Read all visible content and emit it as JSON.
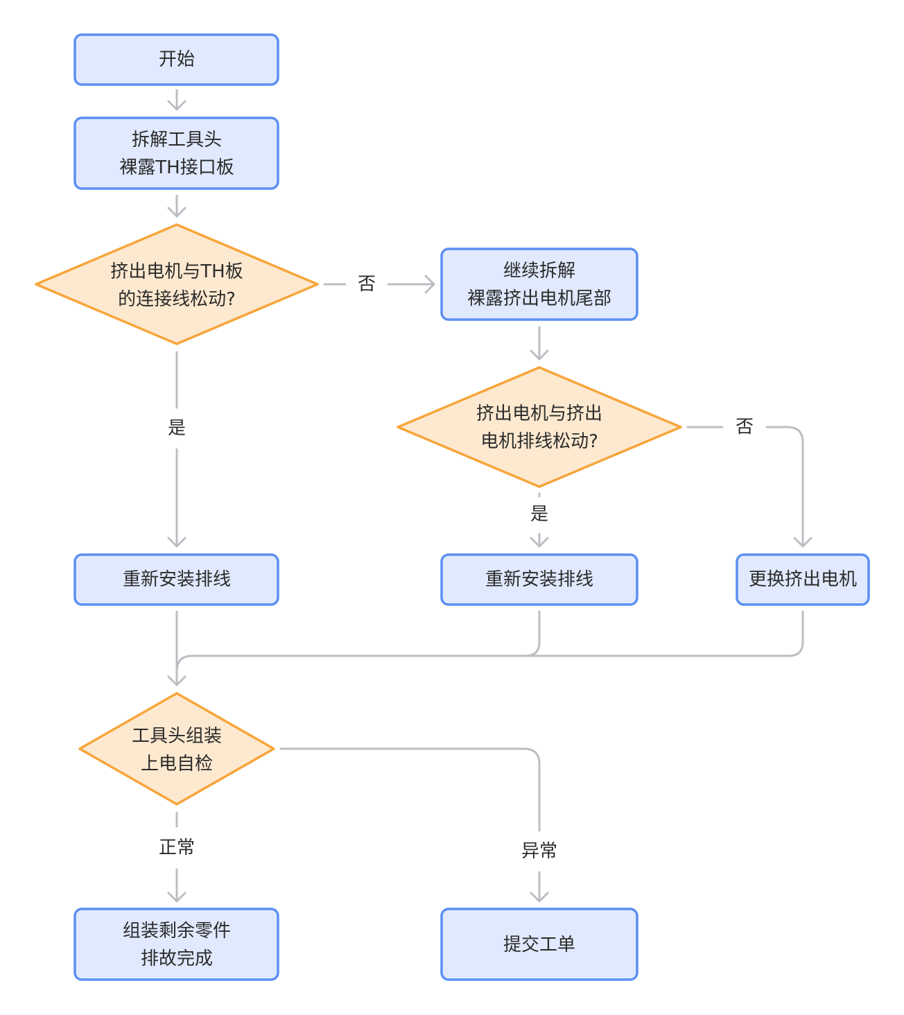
{
  "nodes": {
    "start": {
      "type": "process",
      "lines": [
        "开始"
      ]
    },
    "disassemble": {
      "type": "process",
      "lines": [
        "拆解工具头",
        "裸露TH接口板"
      ]
    },
    "check_th": {
      "type": "decision",
      "lines": [
        "挤出电机与TH板",
        "的连接线松动?"
      ]
    },
    "continue_disassemble": {
      "type": "process",
      "lines": [
        "继续拆解",
        "裸露挤出电机尾部"
      ]
    },
    "check_motor_cable": {
      "type": "decision",
      "lines": [
        "挤出电机与挤出",
        "电机排线松动?"
      ]
    },
    "reinstall_1": {
      "type": "process",
      "lines": [
        "重新安装排线"
      ]
    },
    "reinstall_2": {
      "type": "process",
      "lines": [
        "重新安装排线"
      ]
    },
    "replace_motor": {
      "type": "process",
      "lines": [
        "更换挤出电机"
      ]
    },
    "assemble_check": {
      "type": "decision",
      "lines": [
        "工具头组装",
        "上电自检"
      ]
    },
    "finish": {
      "type": "process",
      "lines": [
        "组装剩余零件",
        "排故完成"
      ]
    },
    "ticket": {
      "type": "process",
      "lines": [
        "提交工单"
      ]
    }
  },
  "edges": [
    {
      "from": "start",
      "to": "disassemble",
      "label": ""
    },
    {
      "from": "disassemble",
      "to": "check_th",
      "label": ""
    },
    {
      "from": "check_th",
      "to": "continue_disassemble",
      "label": "否"
    },
    {
      "from": "check_th",
      "to": "reinstall_1",
      "label": "是"
    },
    {
      "from": "continue_disassemble",
      "to": "check_motor_cable",
      "label": ""
    },
    {
      "from": "check_motor_cable",
      "to": "replace_motor",
      "label": "否"
    },
    {
      "from": "check_motor_cable",
      "to": "reinstall_2",
      "label": "是"
    },
    {
      "from": "reinstall_1",
      "to": "assemble_check",
      "label": ""
    },
    {
      "from": "reinstall_2",
      "to": "assemble_check",
      "label": ""
    },
    {
      "from": "replace_motor",
      "to": "assemble_check",
      "label": ""
    },
    {
      "from": "assemble_check",
      "to": "finish",
      "label": "正常"
    },
    {
      "from": "assemble_check",
      "to": "ticket",
      "label": "异常"
    }
  ],
  "colors": {
    "process_fill": "#e0e9fd",
    "process_stroke": "#5b8ff3",
    "decision_fill": "#fde9cf",
    "decision_stroke": "#f7a53a",
    "edge": "#bcbec3"
  }
}
